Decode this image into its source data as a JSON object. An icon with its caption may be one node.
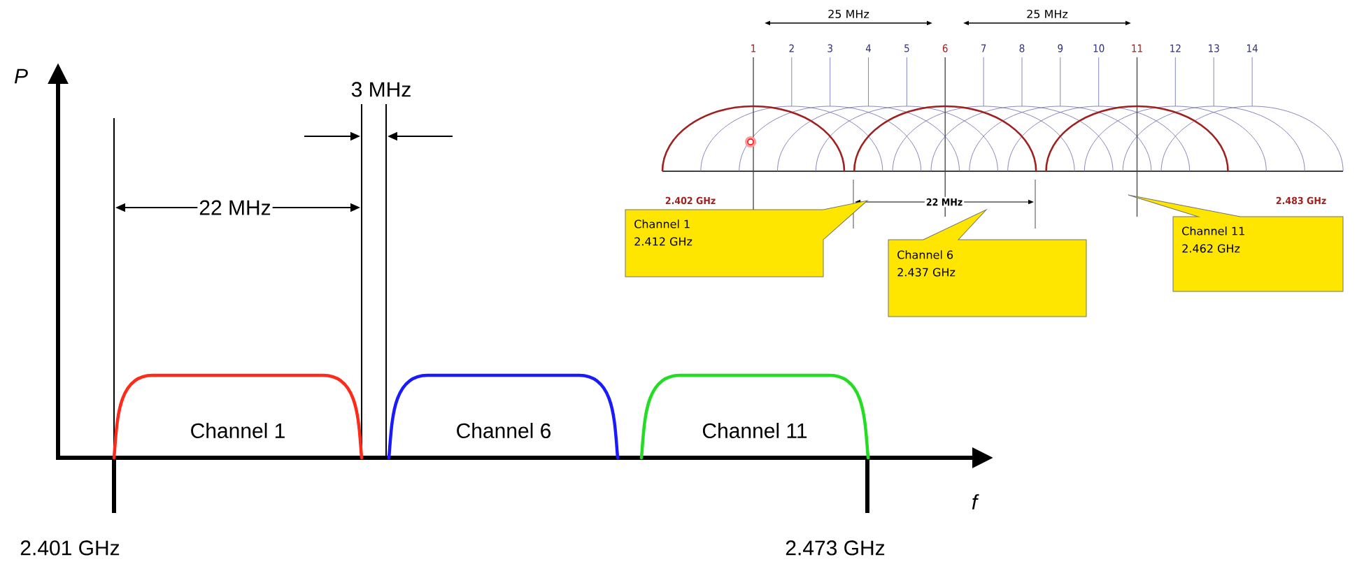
{
  "diagram": {
    "nodes": [
      {
        "text": [
          "Channel 1"
        ]
      },
      {
        "text": [
          "Channel 6"
        ]
      },
      {
        "text": [
          "Channel 11"
        ]
      },
      {
        "text": [
          "Channel 1",
          "2.412 GHz"
        ]
      },
      {
        "text": [
          "Channel 6",
          "2.437 GHz"
        ]
      },
      {
        "text": [
          "Channel 11",
          "2.462 GHz"
        ]
      }
    ],
    "labels": [
      "P",
      "3 MHz",
      "22 MHz",
      "f",
      "2.401 GHz",
      "2.473 GHz",
      "25 MHz",
      "25 MHz",
      "1",
      "2",
      "3",
      "4",
      "5",
      "6",
      "7",
      "8",
      "9",
      "10",
      "11",
      "12",
      "13",
      "14",
      "2.402 GHz",
      "22 MHz",
      "2.483 GHz"
    ]
  }
}
